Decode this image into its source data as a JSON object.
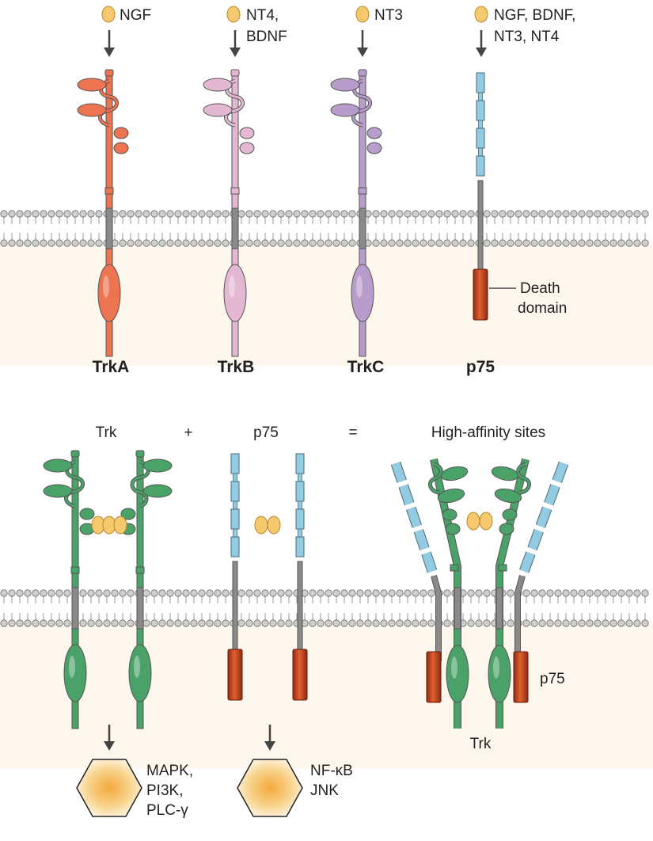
{
  "top": {
    "ligands": {
      "trka": [
        "NGF"
      ],
      "trkb": [
        "NT4,",
        "BDNF"
      ],
      "trkc": [
        "NT3"
      ],
      "p75": [
        "NGF, BDNF,",
        "NT3, NT4"
      ]
    },
    "receptor_labels": {
      "trka": "TrkA",
      "trkb": "TrkB",
      "trkc": "TrkC",
      "p75": "p75"
    },
    "death_domain_label": [
      "Death",
      "domain"
    ]
  },
  "bottom": {
    "headers": {
      "trk": "Trk",
      "plus": "+",
      "p75": "p75",
      "equals": "=",
      "high_affinity": "High-affinity sites"
    },
    "complex_labels": {
      "p75": "p75",
      "trk": "Trk"
    },
    "outputs": {
      "trk_signaling": [
        "MAPK,",
        "PI3K,",
        "PLC-γ"
      ],
      "p75_signaling": [
        "NF-κB",
        "JNK"
      ]
    }
  },
  "colors": {
    "trka": "#ec7450",
    "trkb": "#e4b7d2",
    "trkc": "#b89ccb",
    "p75_domain": "#93cbe2",
    "trk_green": "#4aa268",
    "death_domain": "#c1401f",
    "ligand": "#f7c96f",
    "membrane": "#8a8a8a"
  }
}
